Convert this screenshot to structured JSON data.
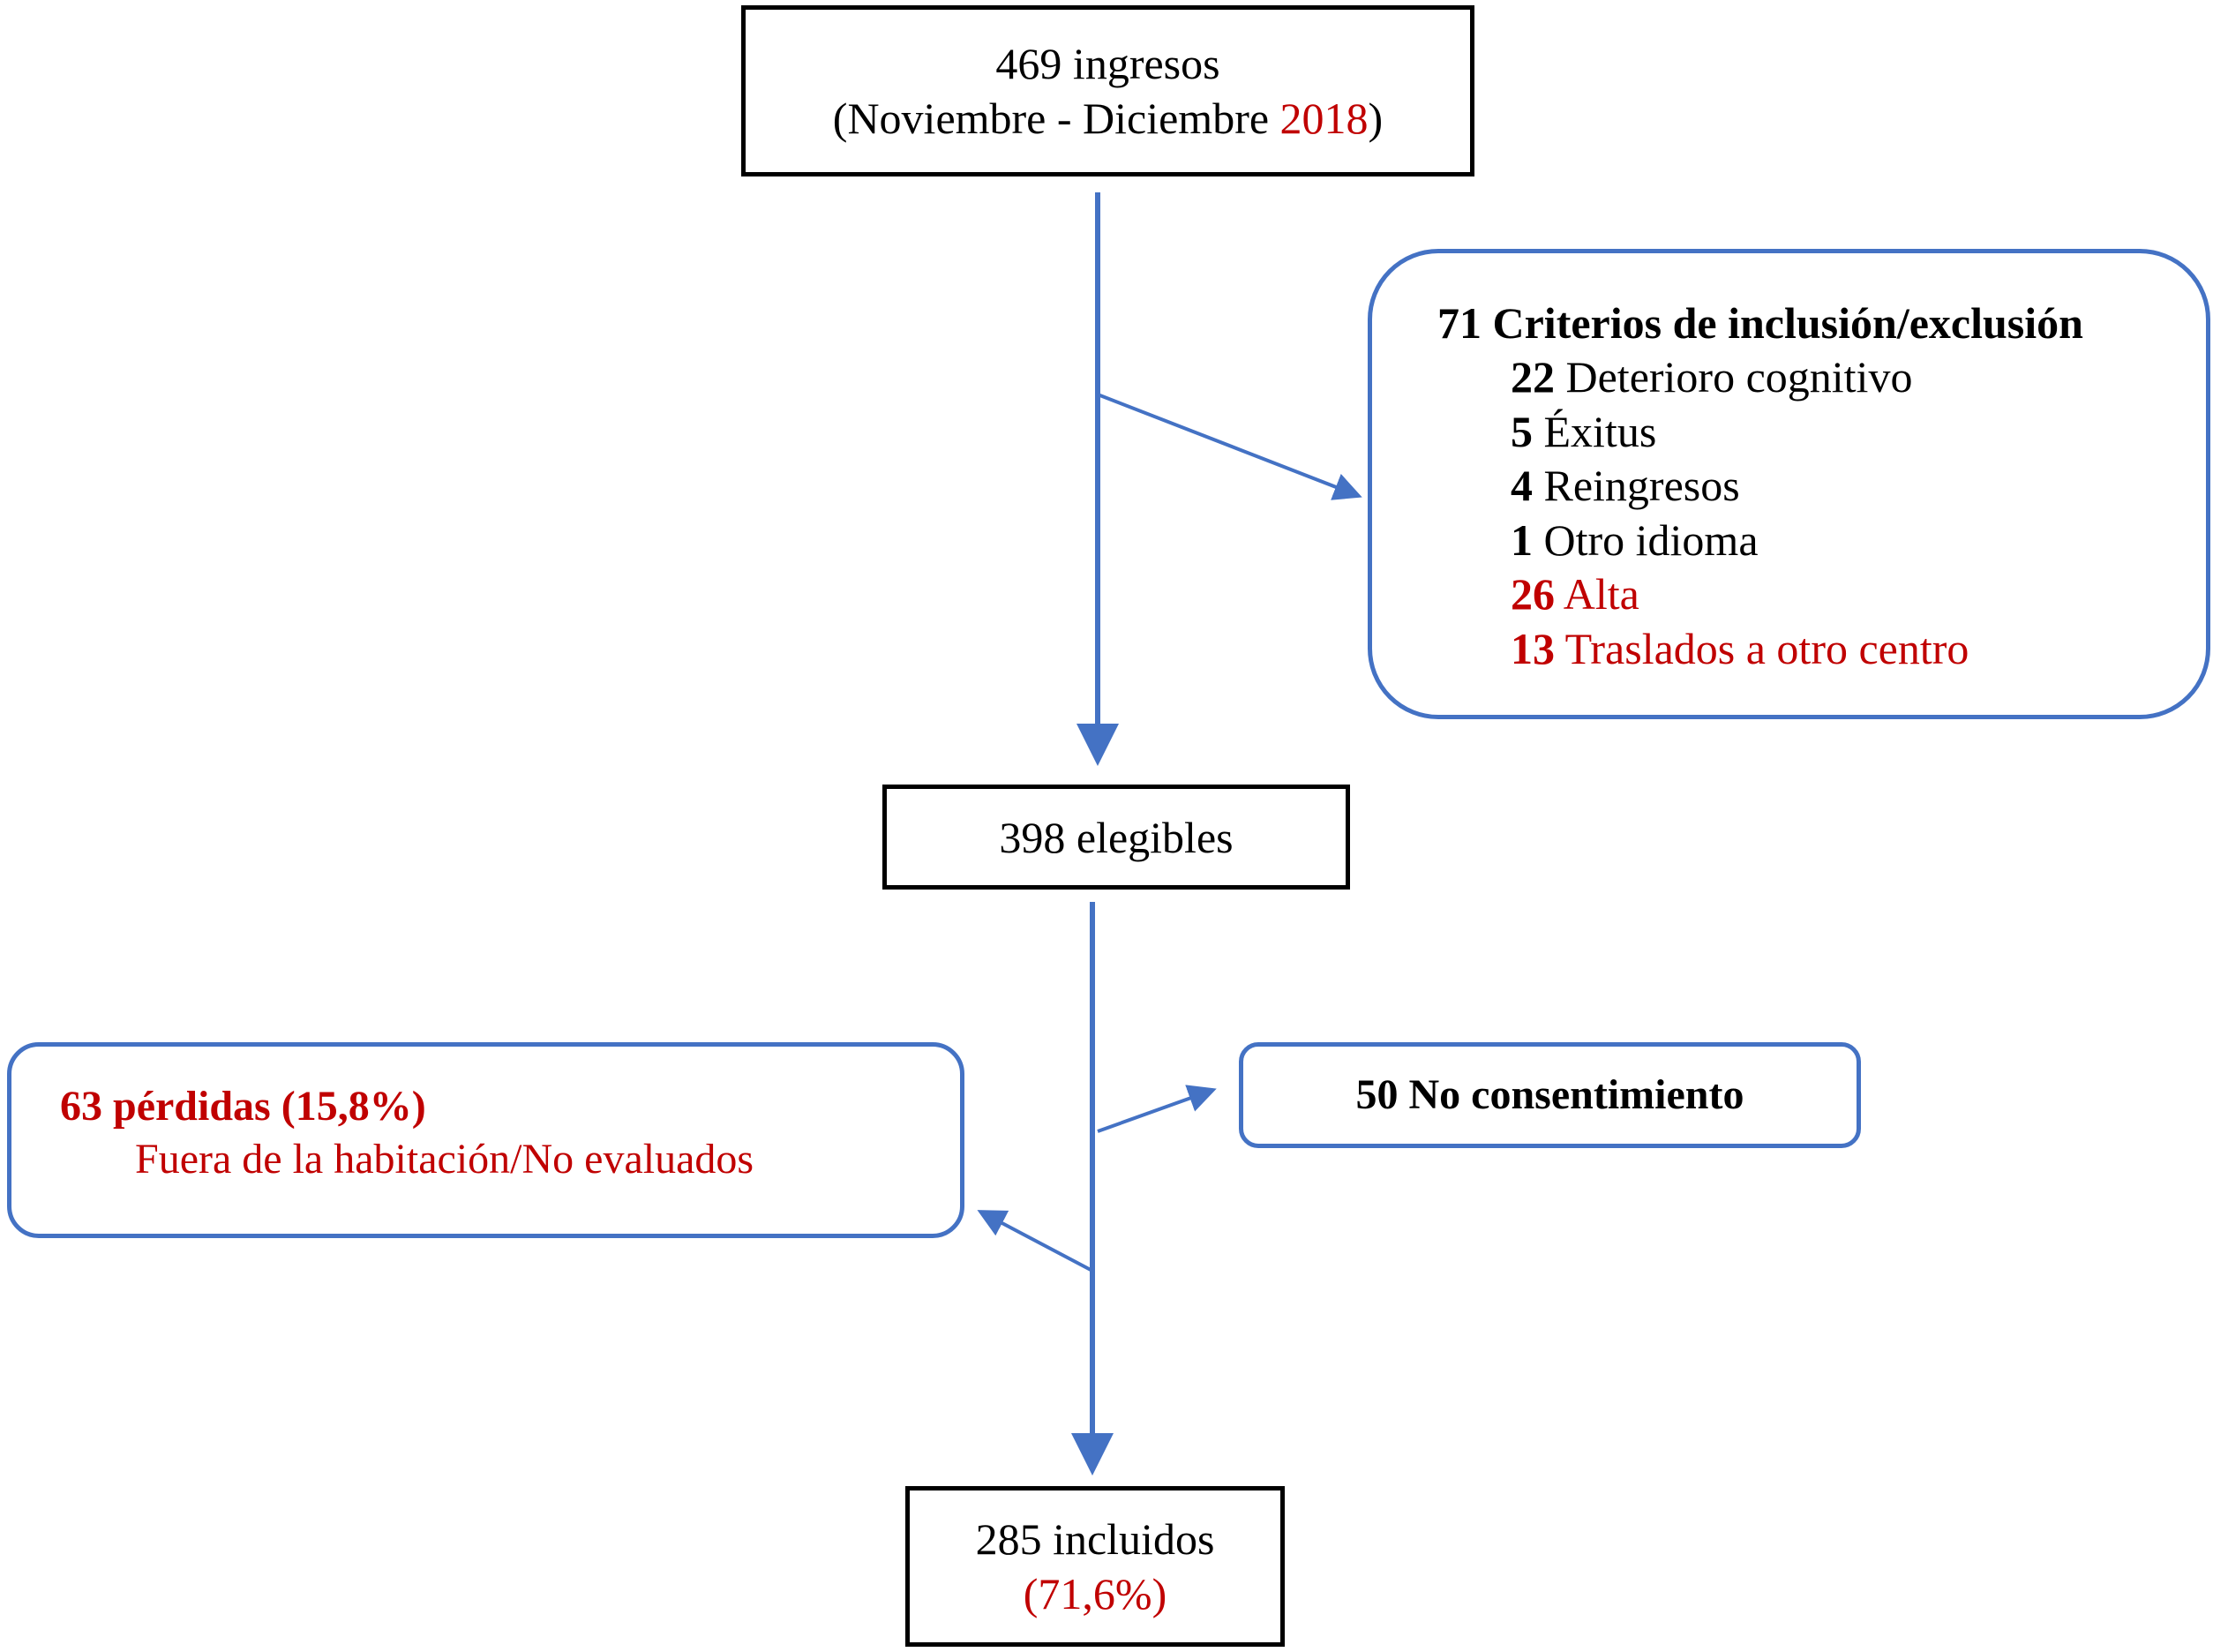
{
  "flow": {
    "ingresos": {
      "line1": "469 ingresos",
      "line2_prefix": "(Noviembre - Diciembre ",
      "line2_year": "2018",
      "line2_suffix": ")"
    },
    "criterios": {
      "title": "71 Criterios de inclusión/exclusión",
      "items": [
        {
          "count": "22",
          "label": "Deterioro cognitivo",
          "highlight": false
        },
        {
          "count": "5",
          "label": "Éxitus",
          "highlight": false
        },
        {
          "count": "4",
          "label": "Reingresos",
          "highlight": false
        },
        {
          "count": "1",
          "label": "Otro idioma",
          "highlight": false
        },
        {
          "count": "26",
          "label": "Alta",
          "highlight": true
        },
        {
          "count": "13",
          "label": "Traslados a otro centro",
          "highlight": true
        }
      ]
    },
    "elegibles": {
      "label": "398 elegibles"
    },
    "perdidas": {
      "title": "63 pérdidas (15,8%)",
      "subtitle": "Fuera de la habitación/No evaluados"
    },
    "no_consentimiento": {
      "label": "50 No consentimiento"
    },
    "incluidos": {
      "line1": "285 incluidos",
      "line2": "(71,6%)"
    }
  },
  "colors": {
    "arrow": "#4472c4",
    "highlight_text": "#c00000",
    "box_border_main": "#000000",
    "box_border_side": "#4472c4"
  }
}
